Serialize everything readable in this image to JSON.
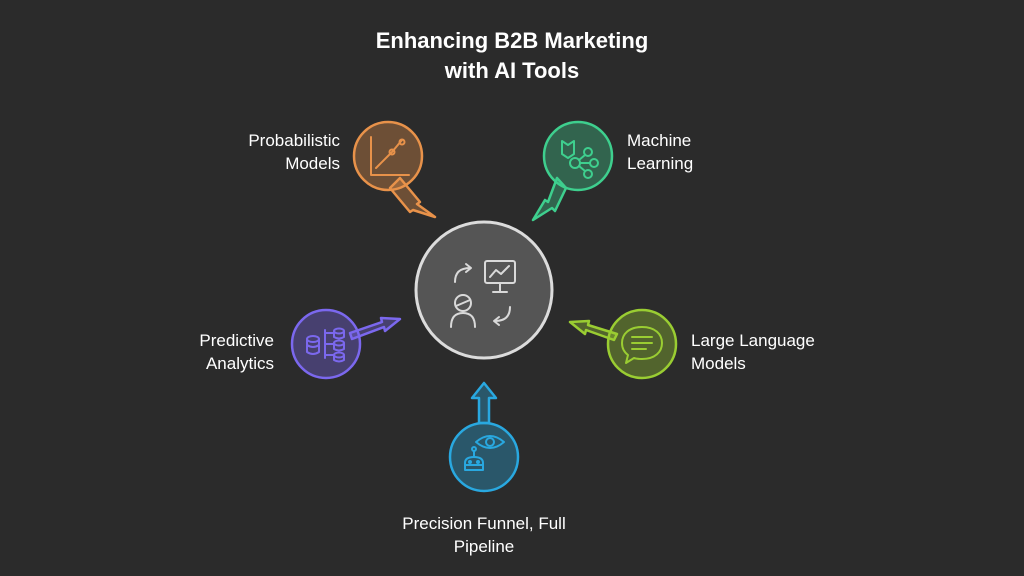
{
  "diagram": {
    "title_line1": "Enhancing B2B Marketing",
    "title_line2": "with AI Tools",
    "center": {
      "icon": "ai-marketing-hub-icon",
      "color": "#555555"
    },
    "nodes": [
      {
        "id": "probabilistic",
        "line1": "Probabilistic",
        "line2": "Models",
        "color": "#e8924a",
        "icon": "line-chart-icon"
      },
      {
        "id": "machine-learning",
        "line1": "Machine",
        "line2": "Learning",
        "color": "#3ecf8e",
        "icon": "neural-network-icon"
      },
      {
        "id": "predictive",
        "line1": "Predictive",
        "line2": "Analytics",
        "color": "#7b68ee",
        "icon": "database-tree-icon"
      },
      {
        "id": "llm",
        "line1": "Large Language",
        "line2": "Models",
        "color": "#9acd32",
        "icon": "chat-bubble-icon"
      },
      {
        "id": "precision",
        "line1": "Precision Funnel, Full",
        "line2": "Pipeline",
        "color": "#29a8e0",
        "icon": "eye-robot-icon"
      }
    ]
  }
}
